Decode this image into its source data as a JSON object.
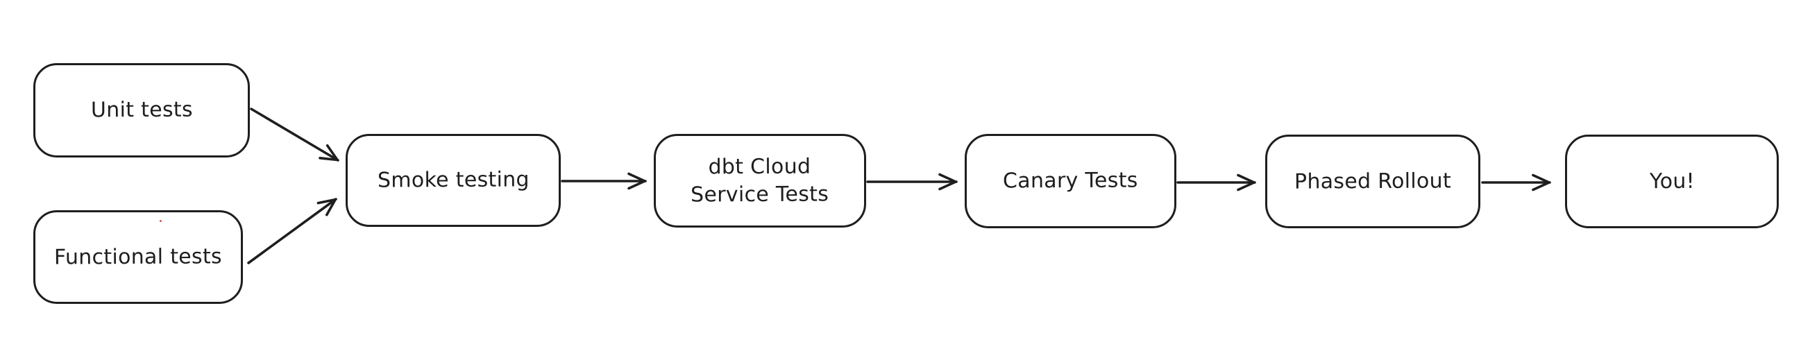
{
  "diagram": {
    "type": "flowchart",
    "style": "hand-drawn",
    "colors": {
      "stroke": "#1e1e1e",
      "background": "#ffffff",
      "stray_dot": "#e03131"
    },
    "nodes": [
      {
        "id": "unit-tests",
        "label": "Unit tests"
      },
      {
        "id": "functional-tests",
        "label": "Functional tests"
      },
      {
        "id": "smoke-testing",
        "label": "Smoke testing"
      },
      {
        "id": "dbt-cloud-service-tests",
        "label": "dbt Cloud\nService Tests"
      },
      {
        "id": "canary-tests",
        "label": "Canary Tests"
      },
      {
        "id": "phased-rollout",
        "label": "Phased Rollout"
      },
      {
        "id": "you",
        "label": "You!"
      }
    ],
    "edges": [
      {
        "from": "unit-tests",
        "to": "smoke-testing",
        "arrowhead": "open-v"
      },
      {
        "from": "functional-tests",
        "to": "smoke-testing",
        "arrowhead": "open-v"
      },
      {
        "from": "smoke-testing",
        "to": "dbt-cloud-service-tests",
        "arrowhead": "open-v"
      },
      {
        "from": "dbt-cloud-service-tests",
        "to": "canary-tests",
        "arrowhead": "open-v"
      },
      {
        "from": "canary-tests",
        "to": "phased-rollout",
        "arrowhead": "open-v"
      },
      {
        "from": "phased-rollout",
        "to": "you",
        "arrowhead": "open-v"
      }
    ]
  }
}
